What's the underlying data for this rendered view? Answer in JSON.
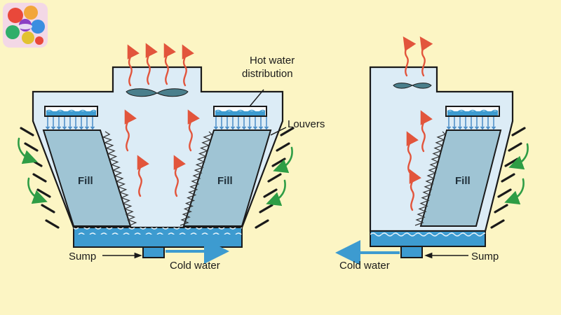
{
  "logo": {
    "name": "brand-logo"
  },
  "colors": {
    "background": "#fcf5c4",
    "air_arrows": "#e2553c",
    "inlet_air": "#2e9d45",
    "water": "#3d9bd0",
    "fill": "#9fc4d4",
    "tower_interior": "#dcecf6"
  },
  "left_tower": {
    "label_hot_water": [
      "Hot water",
      "distribution"
    ],
    "label_louvers": "Louvers",
    "label_fill_left": "Fill",
    "label_fill_right": "Fill",
    "label_sump": "Sump",
    "label_cold_water": "Cold water"
  },
  "right_tower": {
    "label_fill": "Fill",
    "label_sump": "Sump",
    "label_cold_water": "Cold water"
  }
}
